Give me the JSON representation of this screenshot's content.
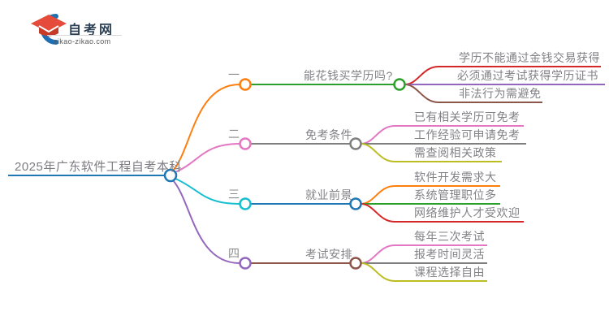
{
  "logo": {
    "title": "自考网",
    "domain": "zikao-zikao.com"
  },
  "colors": {
    "blue": "#1f77b4",
    "orange": "#ff7f0e",
    "green": "#2ca02c",
    "red": "#d62728",
    "purple": "#9467bd",
    "brown": "#8c564b",
    "pink": "#e377c2",
    "gray": "#7f7f7f",
    "olive": "#bcbd22",
    "cyan": "#17becf",
    "logo_blue": "#1f6fb2",
    "logo_red": "#e54b3a",
    "logo_red_dark": "#c63a28",
    "text_gray": "#828287"
  },
  "mindmap": {
    "root": "2025年广东软件工程自考本科",
    "branches": [
      {
        "index": "一",
        "topic": "能花钱买学历吗?",
        "children": [
          "学历不能通过金钱交易获得",
          "必须通过考试获得学历证书",
          "非法行为需避免"
        ]
      },
      {
        "index": "二",
        "topic": "免考条件",
        "children": [
          "已有相关学历可免考",
          "工作经验可申请免考",
          "需查阅相关政策"
        ]
      },
      {
        "index": "三",
        "topic": "就业前景",
        "children": [
          "软件开发需求大",
          "系统管理职位多",
          "网络维护人才受欢迎"
        ]
      },
      {
        "index": "四",
        "topic": "考试安排",
        "children": [
          "每年三次考试",
          "报考时间灵活",
          "课程选择自由"
        ]
      }
    ]
  }
}
